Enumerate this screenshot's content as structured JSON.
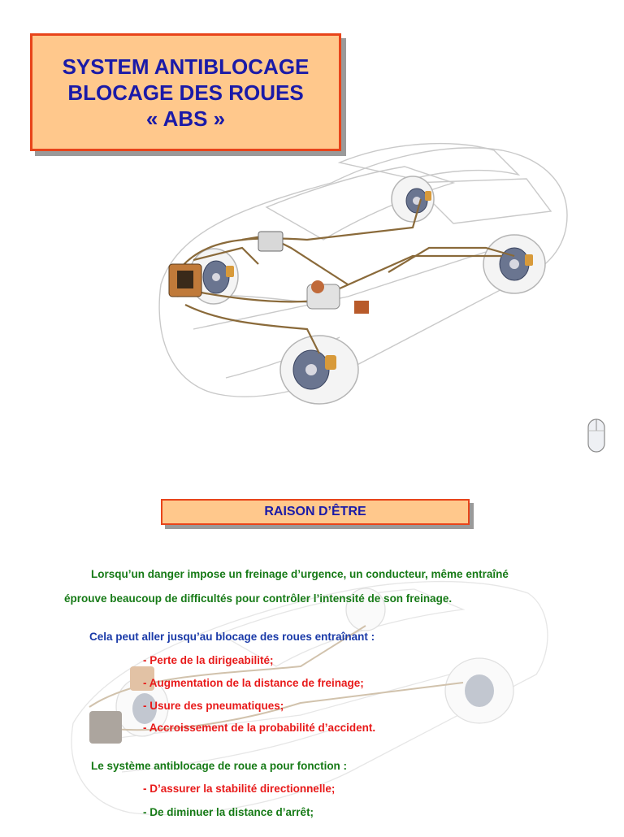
{
  "title": {
    "line1": "SYSTEM ANTIBLOCAGE",
    "line2": "BLOCAGE DES ROUES",
    "line3": "« ABS »"
  },
  "section": {
    "heading": "RAISON D’ÊTRE"
  },
  "body": {
    "para1_line1": "Lorsqu’un danger impose un freinage d’urgence, un conducteur, même entraîné",
    "para1_line2": "éprouve beaucoup de difficultés pour contrôler l’intensité  de son freinage.",
    "para2_intro": "Cela peut aller jusqu’au blocage des roues entraînant :",
    "consequences": [
      "-  Perte de la dirigeabilité;",
      "-  Augmentation de la distance de freinage;",
      "-  Usure des pneumatiques;",
      "-  Accroissement de la probabilité d’accident."
    ],
    "para3_intro": "Le système antiblocage de roue a pour fonction :",
    "functions": [
      "-  D’assurer la stabilité directionnelle;",
      "-  De diminuer la distance d’arrêt;"
    ]
  },
  "colors": {
    "title_fill": "#ffc88c",
    "title_border": "#e8441a",
    "title_text": "#1a1aa8",
    "green_text": "#167a16",
    "blue_text": "#1a3aa8",
    "red_text": "#e81a1a"
  },
  "icons": {
    "mouse": "mouse-icon",
    "car_illustration": "car-abs-illustration"
  }
}
